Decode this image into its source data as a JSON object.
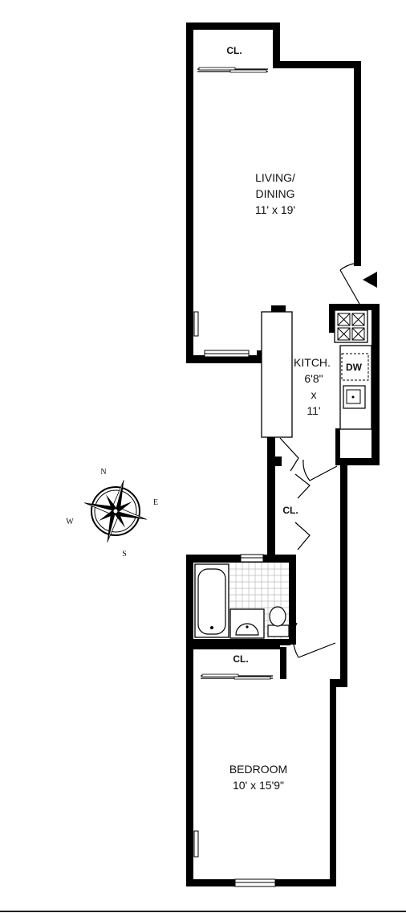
{
  "rooms": {
    "living": {
      "name_line1": "LIVING/",
      "name_line2": "DINING",
      "size": "11' x 19'"
    },
    "kitchen": {
      "name": "KITCH.",
      "dim_a": "6'8\"",
      "dim_x": "x",
      "dim_b": "11'"
    },
    "bedroom": {
      "name": "BEDROOM",
      "size": "10' x 15'9\""
    },
    "dishwasher": "DW",
    "closet_living": "CL.",
    "closet_hall": "CL.",
    "closet_bedroom": "CL."
  },
  "compass": {
    "n": "N",
    "e": "E",
    "s": "S",
    "w": "W"
  }
}
